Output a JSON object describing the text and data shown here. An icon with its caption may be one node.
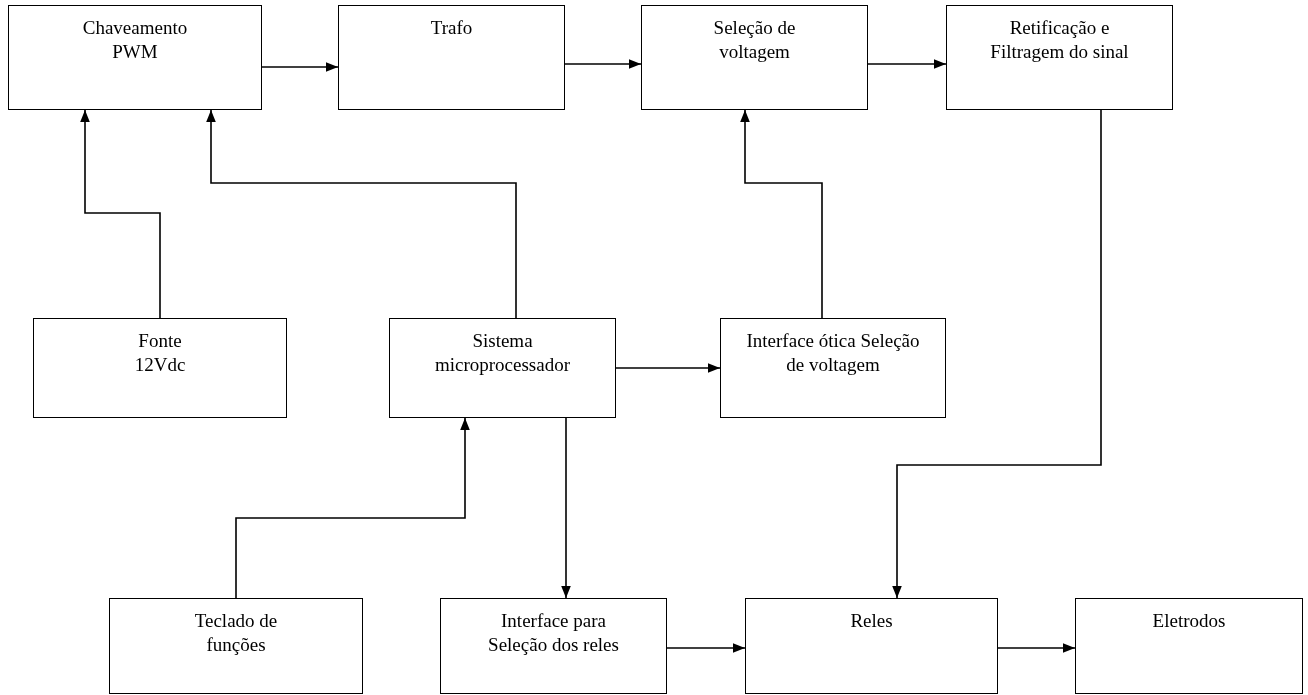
{
  "diagram": {
    "nodes": [
      {
        "text": [
          "Chaveamento PWM"
        ]
      },
      {
        "text": [
          "Trafo"
        ]
      },
      {
        "text": [
          "Seleção de voltagem"
        ]
      },
      {
        "text": [
          "Retificação e Filtragem do sinal"
        ]
      },
      {
        "text": [
          "Fonte 12Vdc"
        ]
      },
      {
        "text": [
          "Sistema microprocessador"
        ]
      },
      {
        "text": [
          "Interface ótica Seleção de voltagem"
        ]
      },
      {
        "text": [
          "Teclado de funções"
        ]
      },
      {
        "text": [
          "Interface para Seleção dos reles"
        ]
      },
      {
        "text": [
          "Reles"
        ]
      },
      {
        "text": [
          "Eletrodos"
        ]
      }
    ],
    "edges": [
      {
        "from": 0,
        "to": 1,
        "arrow": "to"
      },
      {
        "from": 1,
        "to": 2,
        "arrow": "to"
      },
      {
        "from": 2,
        "to": 3,
        "arrow": "to"
      },
      {
        "from": 4,
        "to": 0,
        "arrow": "to"
      },
      {
        "from": 5,
        "to": 0,
        "arrow": "to"
      },
      {
        "from": 6,
        "to": 2,
        "arrow": "to"
      },
      {
        "from": 5,
        "to": 6,
        "arrow": "to"
      },
      {
        "from": 7,
        "to": 5,
        "arrow": "to"
      },
      {
        "from": 5,
        "to": 8,
        "arrow": "to"
      },
      {
        "from": 3,
        "to": 9,
        "arrow": "to"
      },
      {
        "from": 8,
        "to": 9,
        "arrow": "to"
      },
      {
        "from": 9,
        "to": 10,
        "arrow": "to"
      }
    ]
  }
}
